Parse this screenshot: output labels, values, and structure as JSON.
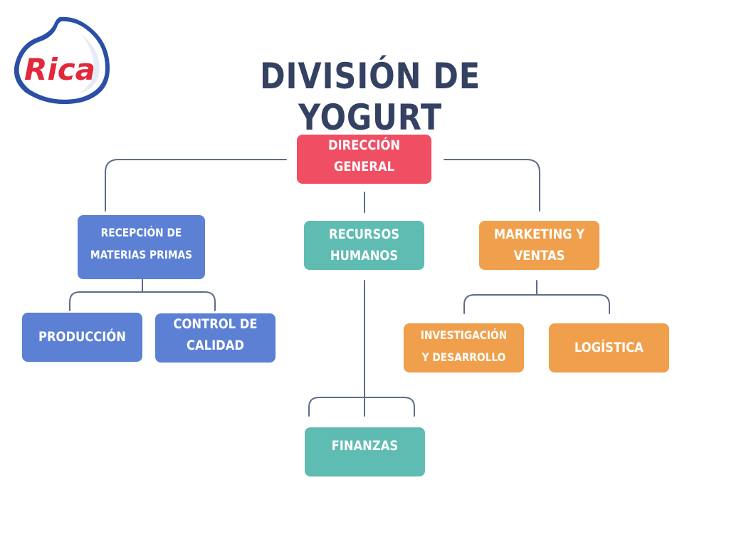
{
  "brand": {
    "logo_text": "Rica"
  },
  "title": "DIVISIÓN DE YOGURT",
  "colors": {
    "title": "#344162",
    "connector": "#5f6b8a",
    "red": "#f04e62",
    "blue": "#5b80d4",
    "teal": "#5fbcb2",
    "orange": "#f0a04c",
    "logo_red": "#e3283c",
    "logo_blue": "#2a4fa5"
  },
  "nodes": {
    "direccion_general": {
      "label": "DIRECCIÓN GENERAL",
      "color": "red"
    },
    "recepcion": {
      "label": "RECEPCIÓN DE MATERIAS PRIMAS",
      "color": "blue"
    },
    "recursos_humanos": {
      "label": "RECURSOS HUMANOS",
      "color": "teal"
    },
    "marketing": {
      "label": "MARKETING Y VENTAS",
      "color": "orange"
    },
    "produccion": {
      "label": "PRODUCCIÓN",
      "color": "blue"
    },
    "control_calidad": {
      "label": "CONTROL DE CALIDAD",
      "color": "blue"
    },
    "investigacion": {
      "label": "INVESTIGACIÓN Y DESARROLLO",
      "color": "orange"
    },
    "logistica": {
      "label": "LOGÍSTICA",
      "color": "orange"
    },
    "finanzas": {
      "label": "FINANZAS",
      "color": "teal"
    }
  },
  "edges": [
    {
      "from": "direccion_general",
      "to": "recepcion"
    },
    {
      "from": "direccion_general",
      "to": "recursos_humanos"
    },
    {
      "from": "direccion_general",
      "to": "marketing"
    },
    {
      "from": "recepcion",
      "to": "produccion"
    },
    {
      "from": "recepcion",
      "to": "control_calidad"
    },
    {
      "from": "marketing",
      "to": "investigacion"
    },
    {
      "from": "marketing",
      "to": "logistica"
    },
    {
      "from": "recursos_humanos",
      "to": "finanzas"
    }
  ]
}
